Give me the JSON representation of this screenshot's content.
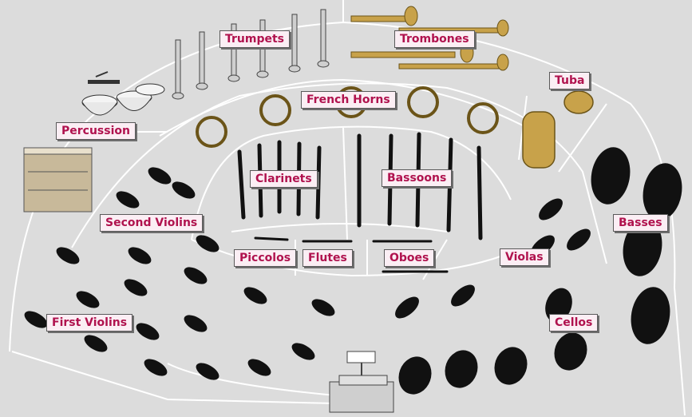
{
  "sections": {
    "trumpets": "Trumpets",
    "trombones": "Trombones",
    "tuba": "Tuba",
    "french_horns": "French Horns",
    "percussion": "Percussion",
    "clarinets": "Clarinets",
    "bassoons": "Bassoons",
    "second_violins": "Second Violins",
    "basses": "Basses",
    "piccolos": "Piccolos",
    "flutes": "Flutes",
    "oboes": "Oboes",
    "violas": "Violas",
    "first_violins": "First Violins",
    "cellos": "Cellos"
  },
  "colors": {
    "background": "#dcdcdc",
    "label_text": "#b0124e",
    "label_fill": "#fbeef4",
    "section_lines": "#ffffff",
    "string_instruments": "#111111",
    "brass": "#c8a24a",
    "silver": "#cfcfcf"
  }
}
